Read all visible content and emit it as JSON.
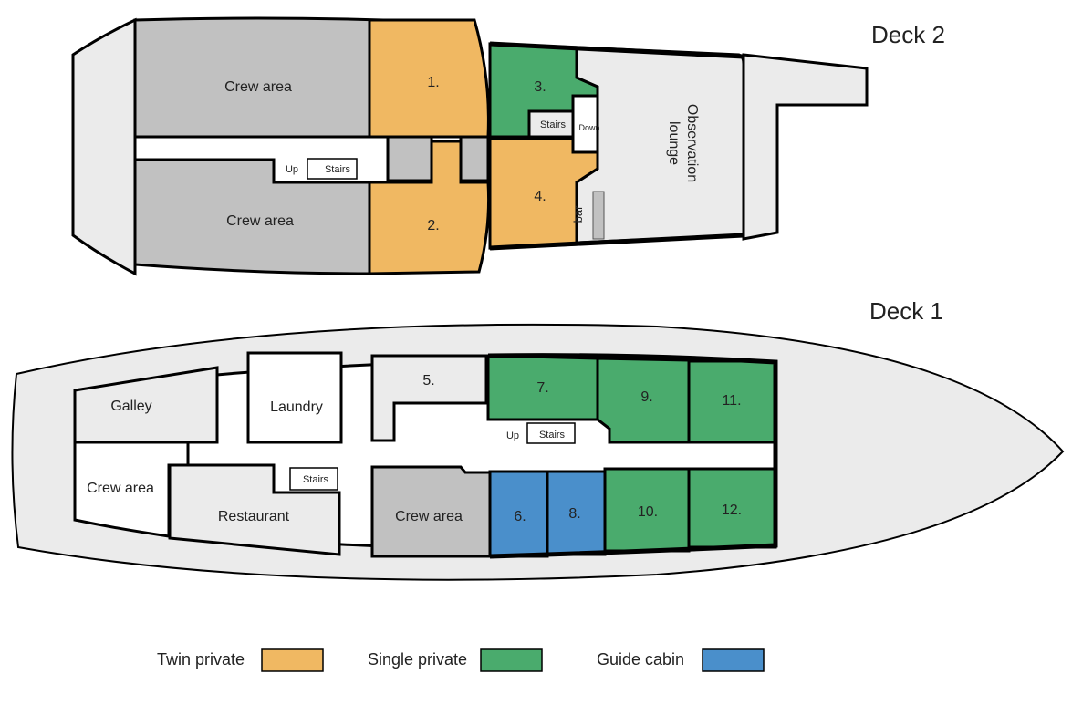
{
  "colors": {
    "twin": "#f0b862",
    "single": "#4aab6d",
    "guide": "#4a8fcb",
    "crew": "#c1c1c1",
    "common": "#ebebeb"
  },
  "deck2": {
    "title": "Deck 2",
    "crew_top": "Crew area",
    "crew_bottom": "Crew area",
    "cabin1": "1.",
    "cabin2": "2.",
    "cabin3": "3.",
    "cabin4": "4.",
    "up": "Up",
    "stairs_main": "Stairs",
    "stairs_obs": "Stairs",
    "down": "Down",
    "lounge_line1": "Observation",
    "lounge_line2": "lounge",
    "bar": "bar"
  },
  "deck1": {
    "title": "Deck 1",
    "galley": "Galley",
    "laundry": "Laundry",
    "crew_left": "Crew area",
    "restaurant": "Restaurant",
    "stairs_rest": "Stairs",
    "cabin5": "5.",
    "cabin6": "6.",
    "cabin7": "7.",
    "cabin8": "8.",
    "cabin9": "9.",
    "cabin10": "10.",
    "cabin11": "11.",
    "cabin12": "12.",
    "crew_mid": "Crew area",
    "up": "Up",
    "stairs_mid": "Stairs"
  },
  "legend": [
    {
      "label": "Twin private",
      "color": "#f0b862"
    },
    {
      "label": "Single private",
      "color": "#4aab6d"
    },
    {
      "label": "Guide cabin",
      "color": "#4a8fcb"
    }
  ]
}
